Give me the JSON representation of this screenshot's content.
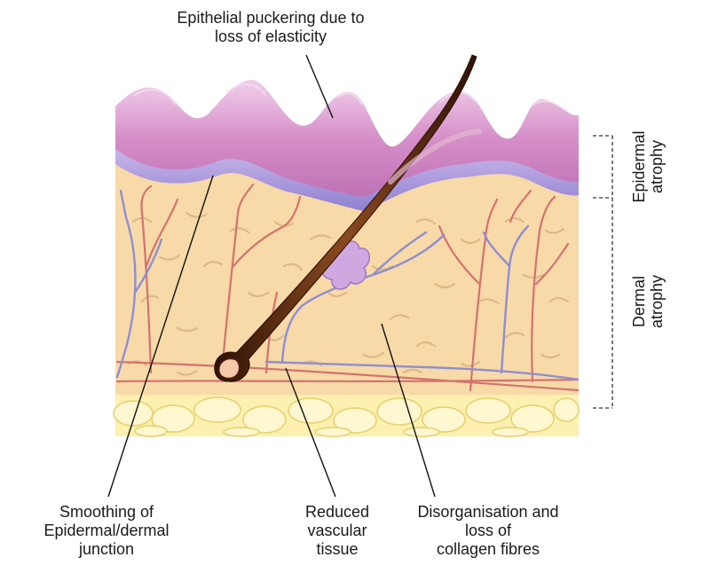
{
  "labels": {
    "top": [
      "Epithelial puckering due to",
      "loss of elasticity"
    ],
    "smoothing": [
      "Smoothing of",
      "Epidermal/dermal",
      "junction"
    ],
    "vascular": [
      "Reduced",
      "vascular",
      "tissue"
    ],
    "collagen": [
      "Disorganisation and",
      "loss of",
      "collagen fibres"
    ],
    "epidermal_atrophy": [
      "Epidermal",
      "atrophy"
    ],
    "dermal_atrophy": [
      "Dermal",
      "atrophy"
    ]
  },
  "colors": {
    "epidermis_light": "#e6b8e0",
    "epidermis_dark": "#b85aa5",
    "basal_layer": "#a99ad8",
    "dermis": "#f8d9a8",
    "fat": "#fdf0b0",
    "artery": "#d2736e",
    "vein": "#8f8fd0",
    "hair": "#5a2a12"
  }
}
